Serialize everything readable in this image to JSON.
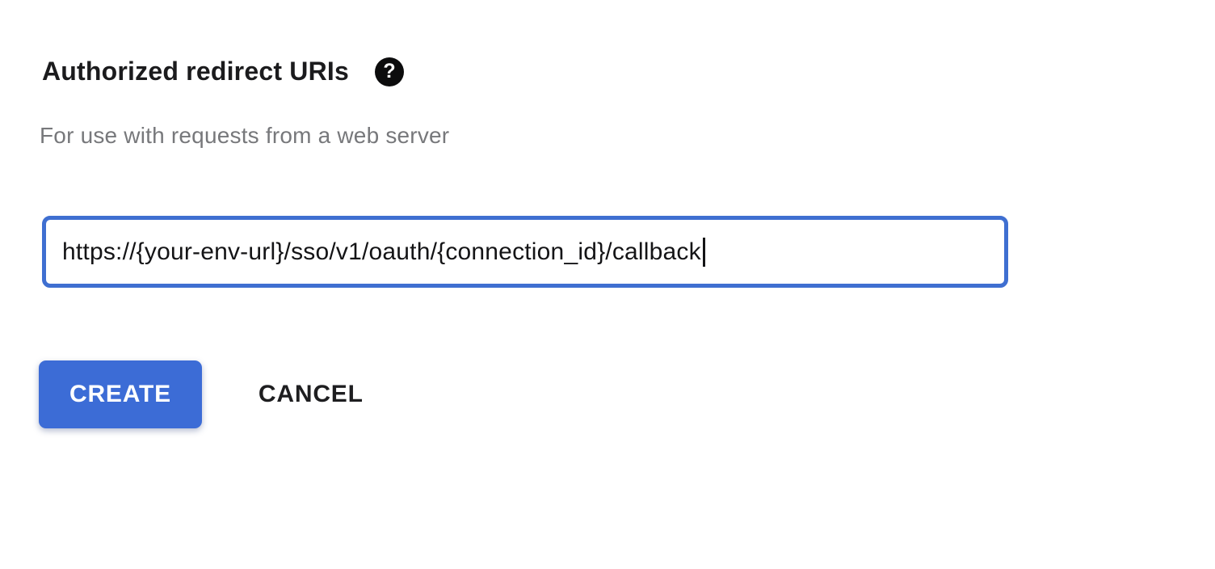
{
  "form": {
    "heading": "Authorized redirect URIs",
    "help_icon": {
      "name": "question-mark-circle-icon",
      "glyph": "?"
    },
    "subtitle": "For use with requests from a web server",
    "uri_input": {
      "value": "https://{your-env-url}/sso/v1/oauth/{connection_id}/callback"
    },
    "buttons": {
      "create_label": "CREATE",
      "cancel_label": "CANCEL"
    },
    "colors": {
      "accent_blue": "#3c6cd6",
      "input_border_blue": "#3f6fd1",
      "heading_text": "#1b1b1d",
      "subtitle_text": "#77787b",
      "create_button_text": "#ffffff",
      "cancel_button_text": "#1e1e20",
      "help_icon_background": "#0c0c0d",
      "page_background": "#ffffff"
    }
  }
}
